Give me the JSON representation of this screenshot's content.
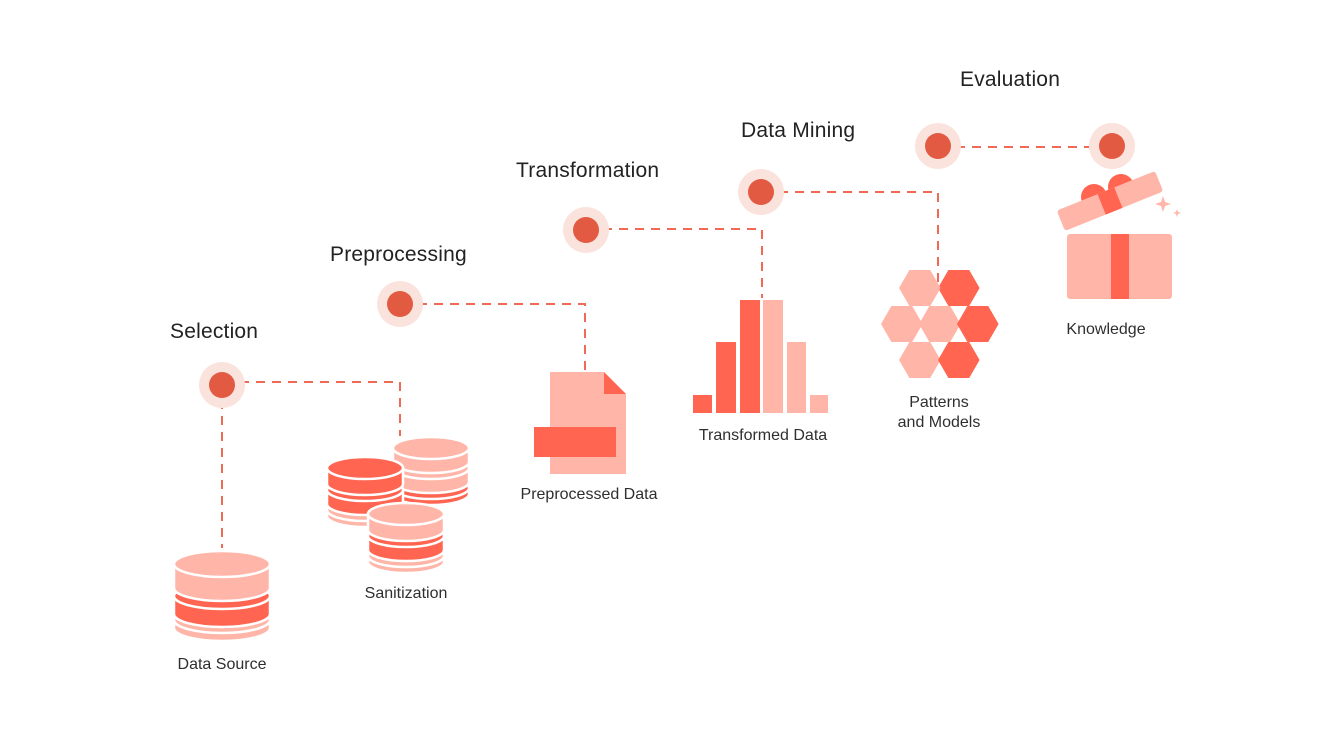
{
  "colors": {
    "accent": "#e25a42",
    "coral": "#ff6550",
    "light_coral": "#ffb6a8",
    "halo": "#fbe3dd",
    "line": "#ef6b55",
    "text": "#222222"
  },
  "steps": [
    {
      "title": "Selection",
      "icon": "dot-icon"
    },
    {
      "title": "Preprocessing",
      "icon": "dot-icon"
    },
    {
      "title": "Transformation",
      "icon": "dot-icon"
    },
    {
      "title": "Data Mining",
      "icon": "dot-icon"
    },
    {
      "title": "Evaluation",
      "icon": "dot-icon"
    }
  ],
  "artifacts": [
    {
      "label": "Data Source",
      "icon": "database-icon"
    },
    {
      "label": "Sanitization",
      "icon": "database-stack-icon"
    },
    {
      "label": "Preprocessed Data",
      "icon": "document-icon"
    },
    {
      "label": "Transformed Data",
      "icon": "bar-chart-icon"
    },
    {
      "label_line1": "Patterns",
      "label_line2": "and Models",
      "icon": "hexagon-cluster-icon"
    },
    {
      "label": "Knowledge",
      "icon": "gift-box-icon"
    }
  ]
}
